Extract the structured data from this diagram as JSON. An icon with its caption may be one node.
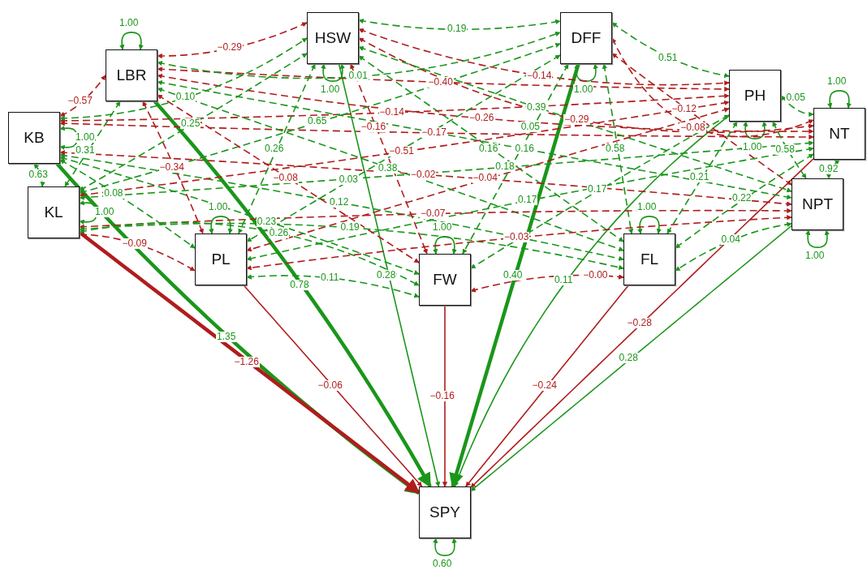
{
  "diagram": {
    "nodes": [
      {
        "text": [
          "HSW"
        ]
      },
      {
        "text": [
          "DFF"
        ]
      },
      {
        "text": [
          "LBR"
        ]
      },
      {
        "text": [
          "PH"
        ]
      },
      {
        "text": [
          "KB"
        ]
      },
      {
        "text": [
          "NT"
        ]
      },
      {
        "text": [
          "KL"
        ]
      },
      {
        "text": [
          "NPT"
        ]
      },
      {
        "text": [
          "PL"
        ]
      },
      {
        "text": [
          "FW"
        ]
      },
      {
        "text": [
          "FL"
        ]
      },
      {
        "text": [
          "SPY"
        ]
      }
    ],
    "edges": [
      {
        "from": 0,
        "to": 11,
        "arrow": "to",
        "label": "0.28",
        "color": "#1a961a"
      },
      {
        "from": 1,
        "to": 11,
        "arrow": "to",
        "label": "0.40",
        "style": "thick",
        "color": "#1a961a"
      },
      {
        "from": 2,
        "to": 11,
        "arrow": "to",
        "label": "0.78",
        "style": "thick",
        "color": "#1a961a"
      },
      {
        "from": 3,
        "to": 11,
        "arrow": "to",
        "label": "0.11",
        "color": "#1a961a"
      },
      {
        "from": 4,
        "to": 11,
        "arrow": "to",
        "label": "1.35",
        "style": "thick",
        "color": "#1a961a"
      },
      {
        "from": 5,
        "to": 11,
        "arrow": "to",
        "label": "−0.28",
        "color": "#b01c1c"
      },
      {
        "from": 6,
        "to": 11,
        "arrow": "to",
        "label": "−1.26",
        "style": "thick",
        "color": "#b01c1c"
      },
      {
        "from": 7,
        "to": 11,
        "arrow": "to",
        "label": "0.28",
        "color": "#1a961a"
      },
      {
        "from": 8,
        "to": 11,
        "arrow": "to",
        "label": "−0.06",
        "color": "#b01c1c"
      },
      {
        "from": 9,
        "to": 11,
        "arrow": "to",
        "label": "−0.16",
        "color": "#b01c1c"
      },
      {
        "from": 10,
        "to": 11,
        "arrow": "to",
        "label": "−0.24",
        "color": "#b01c1c"
      },
      {
        "from": 0,
        "to": 0,
        "arrow": "both",
        "label": "1.00",
        "color": "#1a961a"
      },
      {
        "from": 1,
        "to": 1,
        "arrow": "both",
        "label": "1.00",
        "color": "#1a961a"
      },
      {
        "from": 2,
        "to": 2,
        "arrow": "both",
        "label": "1.00",
        "color": "#1a961a"
      },
      {
        "from": 3,
        "to": 3,
        "arrow": "both",
        "label": "1.00",
        "color": "#1a961a"
      },
      {
        "from": 4,
        "to": 4,
        "arrow": "both",
        "label": "1.00",
        "color": "#1a961a"
      },
      {
        "from": 5,
        "to": 5,
        "arrow": "both",
        "label": "1.00",
        "color": "#1a961a"
      },
      {
        "from": 6,
        "to": 6,
        "arrow": "both",
        "label": "1.00",
        "color": "#1a961a"
      },
      {
        "from": 7,
        "to": 7,
        "arrow": "both",
        "label": "1.00",
        "color": "#1a961a"
      },
      {
        "from": 8,
        "to": 8,
        "arrow": "both",
        "label": "1.00",
        "color": "#1a961a"
      },
      {
        "from": 9,
        "to": 9,
        "arrow": "both",
        "label": "1.00",
        "color": "#1a961a"
      },
      {
        "from": 10,
        "to": 10,
        "arrow": "both",
        "label": "1.00",
        "color": "#1a961a"
      },
      {
        "from": 11,
        "to": 11,
        "arrow": "both",
        "label": "0.60",
        "color": "#1a961a"
      },
      {
        "from": 2,
        "to": 0,
        "arrow": "both",
        "label": "−0.29",
        "style": "dashed",
        "color": "#b01c1c"
      },
      {
        "from": 0,
        "to": 1,
        "arrow": "both",
        "label": "0.19",
        "style": "dashed",
        "color": "#1a961a"
      },
      {
        "from": 1,
        "to": 3,
        "arrow": "both",
        "label": "0.51",
        "style": "dashed",
        "color": "#1a961a"
      },
      {
        "from": 4,
        "to": 2,
        "arrow": "both",
        "label": "−0.57",
        "style": "dashed",
        "color": "#b01c1c"
      },
      {
        "from": 2,
        "to": 6,
        "arrow": "both",
        "label": "0.31",
        "style": "dashed",
        "color": "#1a961a"
      },
      {
        "from": 2,
        "to": 3,
        "arrow": "both",
        "label": "−0.40",
        "style": "dashed",
        "color": "#b01c1c"
      },
      {
        "from": 1,
        "to": 5,
        "arrow": "both",
        "label": "−0.08",
        "style": "dashed",
        "color": "#b01c1c"
      },
      {
        "from": 0,
        "to": 3,
        "arrow": "both",
        "label": "−0.14",
        "style": "dashed",
        "color": "#b01c1c"
      },
      {
        "from": 3,
        "to": 5,
        "arrow": "both",
        "label": "0.05",
        "style": "dashed",
        "color": "#1a961a"
      },
      {
        "from": 2,
        "to": 1,
        "arrow": "both",
        "label": "0.01",
        "style": "dashed",
        "color": "#1a961a"
      },
      {
        "from": 0,
        "to": 10,
        "arrow": "both",
        "label": "0.16",
        "style": "dashed",
        "color": "#1a961a"
      },
      {
        "from": 2,
        "to": 5,
        "arrow": "both",
        "label": "−0.26",
        "style": "dashed",
        "color": "#b01c1c"
      },
      {
        "from": 1,
        "to": 7,
        "arrow": "both",
        "label": "−0.12",
        "style": "dashed",
        "color": "#b01c1c"
      },
      {
        "from": 3,
        "to": 8,
        "arrow": "both",
        "label": "−0.04",
        "style": "dashed",
        "color": "#b01c1c"
      },
      {
        "from": 4,
        "to": 3,
        "arrow": "both",
        "label": "−0.14",
        "style": "dashed",
        "color": "#b01c1c"
      },
      {
        "from": 4,
        "to": 0,
        "arrow": "both",
        "label": "0.10",
        "style": "dashed",
        "color": "#1a961a"
      },
      {
        "from": 4,
        "to": 6,
        "arrow": "both",
        "label": "0.63",
        "style": "dashed",
        "color": "#1a961a"
      },
      {
        "from": 4,
        "to": 8,
        "arrow": "both",
        "label": "0.08",
        "style": "dashed",
        "color": "#1a961a"
      },
      {
        "from": 4,
        "to": 9,
        "arrow": "both",
        "label": "0.23",
        "style": "dashed",
        "color": "#1a961a"
      },
      {
        "from": 4,
        "to": 5,
        "arrow": "both",
        "label": "−0.17",
        "style": "dashed",
        "color": "#b01c1c"
      },
      {
        "from": 2,
        "to": 7,
        "arrow": "both",
        "label": "0.16",
        "style": "dashed",
        "color": "#1a961a"
      },
      {
        "from": 0,
        "to": 5,
        "arrow": "both",
        "label": "−0.29",
        "style": "dashed",
        "color": "#b01c1c"
      },
      {
        "from": 4,
        "to": 10,
        "arrow": "both",
        "label": "0.12",
        "style": "dashed",
        "color": "#1a961a"
      },
      {
        "from": 4,
        "to": 7,
        "arrow": "both",
        "label": "−0.02",
        "style": "dashed",
        "color": "#b01c1c"
      },
      {
        "from": 0,
        "to": 7,
        "arrow": "both",
        "label": "0.39",
        "style": "dashed",
        "color": "#1a961a"
      },
      {
        "from": 2,
        "to": 10,
        "arrow": "both",
        "label": "0.38",
        "style": "dashed",
        "color": "#1a961a"
      },
      {
        "from": 6,
        "to": 1,
        "arrow": "both",
        "label": "0.65",
        "style": "dashed",
        "color": "#1a961a"
      },
      {
        "from": 1,
        "to": 10,
        "arrow": "both",
        "label": "0.58",
        "style": "dashed",
        "color": "#1a961a"
      },
      {
        "from": 5,
        "to": 8,
        "arrow": "both",
        "label": "0.17",
        "style": "dashed",
        "color": "#1a961a"
      },
      {
        "from": 5,
        "to": 7,
        "arrow": "both",
        "label": "0.92",
        "style": "dashed",
        "color": "#1a961a"
      },
      {
        "from": 2,
        "to": 8,
        "arrow": "both",
        "label": "−0.34",
        "style": "dashed",
        "color": "#b01c1c"
      },
      {
        "from": 6,
        "to": 3,
        "arrow": "both",
        "label": "−0.51",
        "style": "dashed",
        "color": "#b01c1c"
      },
      {
        "from": 6,
        "to": 5,
        "arrow": "both",
        "label": "0.18",
        "style": "dashed",
        "color": "#1a961a"
      },
      {
        "from": 6,
        "to": 7,
        "arrow": "both",
        "label": "−0.07",
        "style": "dashed",
        "color": "#b01c1c"
      },
      {
        "from": 3,
        "to": 9,
        "arrow": "both",
        "label": "0.17",
        "style": "dashed",
        "color": "#1a961a"
      },
      {
        "from": 3,
        "to": 7,
        "arrow": "both",
        "label": "0.58",
        "style": "dashed",
        "color": "#1a961a"
      },
      {
        "from": 6,
        "to": 0,
        "arrow": "both",
        "label": "0.25",
        "style": "dashed",
        "color": "#1a961a"
      },
      {
        "from": 6,
        "to": 10,
        "arrow": "both",
        "label": "0.19",
        "style": "dashed",
        "color": "#1a961a"
      },
      {
        "from": 0,
        "to": 8,
        "arrow": "both",
        "label": "0.26",
        "style": "dashed",
        "color": "#1a961a"
      },
      {
        "from": 1,
        "to": 8,
        "arrow": "both",
        "label": "0.03",
        "style": "dashed",
        "color": "#1a961a"
      },
      {
        "from": 2,
        "to": 9,
        "arrow": "both",
        "label": "−0.08",
        "style": "dashed",
        "color": "#b01c1c"
      },
      {
        "from": 1,
        "to": 9,
        "arrow": "both",
        "label": "0.05",
        "style": "dashed",
        "color": "#1a961a"
      },
      {
        "from": 3,
        "to": 10,
        "arrow": "both",
        "label": "0.21",
        "style": "dashed",
        "color": "#1a961a"
      },
      {
        "from": 0,
        "to": 9,
        "arrow": "both",
        "label": "−0.16",
        "style": "dashed",
        "color": "#b01c1c"
      },
      {
        "from": 6,
        "to": 8,
        "arrow": "both",
        "label": "−0.09",
        "style": "dashed",
        "color": "#b01c1c"
      },
      {
        "from": 6,
        "to": 9,
        "arrow": "both",
        "label": "0.26",
        "style": "dashed",
        "color": "#1a961a"
      },
      {
        "from": 8,
        "to": 9,
        "arrow": "both",
        "label": "0.11",
        "style": "dashed",
        "color": "#1a961a"
      },
      {
        "from": 5,
        "to": 10,
        "arrow": "both",
        "label": "0.22",
        "style": "dashed",
        "color": "#1a961a"
      },
      {
        "from": 9,
        "to": 10,
        "arrow": "both",
        "label": "−0.00",
        "style": "dashed",
        "color": "#b01c1c"
      },
      {
        "from": 7,
        "to": 10,
        "arrow": "both",
        "label": "0.04",
        "style": "dashed",
        "color": "#1a961a"
      },
      {
        "from": 7,
        "to": 8,
        "arrow": "both",
        "label": "−0.03",
        "style": "dashed",
        "color": "#b01c1c"
      }
    ]
  }
}
